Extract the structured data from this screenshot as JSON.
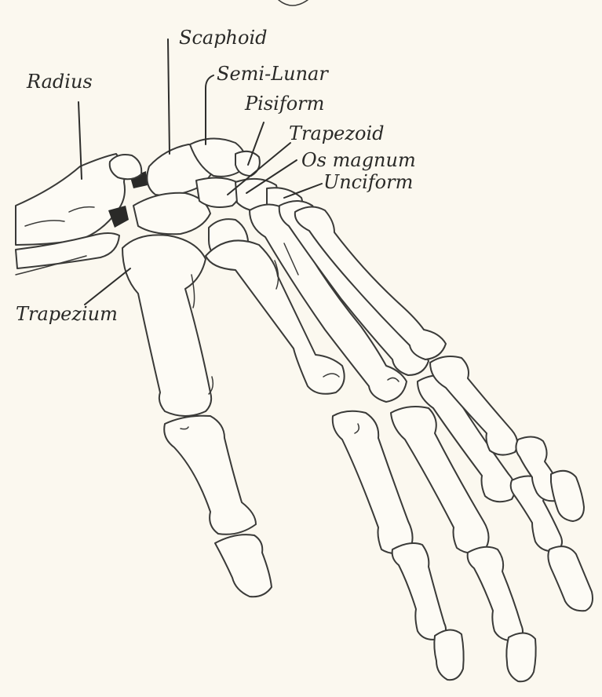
{
  "labels": {
    "scaphoid": "Scaphoid",
    "radius": "Radius",
    "semilunar": "Semi-Lunar",
    "pisiform": "Pisiform",
    "trapezoid": "Trapezoid",
    "os_magnum": "Os magnum",
    "unciform": "Unciform",
    "trapezium": "Trapezium"
  },
  "colors": {
    "paper": "#fbf8ef",
    "ink": "#3a3a38"
  }
}
